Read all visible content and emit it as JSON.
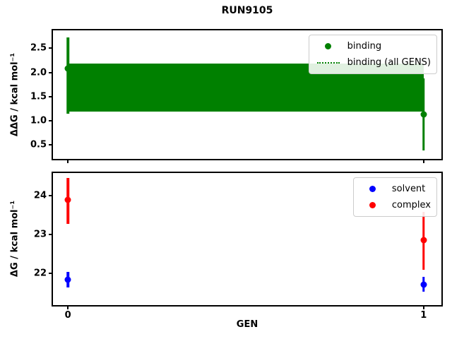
{
  "figure_title": "RUN9105",
  "chart_data": [
    {
      "type": "scatter",
      "title": "RUN9105",
      "xlabel": "",
      "ylabel": "ΔΔG / kcal mol⁻¹",
      "xlim": [
        -0.042,
        1.05
      ],
      "ylim": [
        0.21,
        2.87
      ],
      "grid": false,
      "legend_position": "upper right",
      "yticks": [
        {
          "v": 0.5,
          "label": "0.5"
        },
        {
          "v": 1.0,
          "label": "1.0"
        },
        {
          "v": 1.5,
          "label": "1.5"
        },
        {
          "v": 2.0,
          "label": "2.0"
        },
        {
          "v": 2.5,
          "label": "2.5"
        }
      ],
      "xticks": [
        {
          "v": 0
        },
        {
          "v": 1
        }
      ],
      "band": {
        "label": "binding (all GENS)",
        "color": "#008000",
        "x": [
          0,
          1
        ],
        "ylo": 1.19,
        "yhi": 2.18
      },
      "series": [
        {
          "name": "binding",
          "color": "#008000",
          "marker": "dot",
          "points": [
            {
              "x": 0,
              "y": 2.08,
              "ylo": 1.14,
              "yhi": 2.73
            },
            {
              "x": 1,
              "y": 1.13,
              "ylo": 0.39,
              "yhi": 1.87
            }
          ]
        }
      ],
      "legend": [
        {
          "label": "binding",
          "marker": "dot",
          "color": "#008000"
        },
        {
          "label": "binding (all GENS)",
          "marker": "dotted-line",
          "color": "#008000"
        }
      ]
    },
    {
      "type": "scatter",
      "title": "",
      "xlabel": "GEN",
      "ylabel": "ΔG / kcal mol⁻¹",
      "xlim": [
        -0.042,
        1.05
      ],
      "ylim": [
        21.18,
        24.59
      ],
      "grid": false,
      "legend_position": "upper right",
      "yticks": [
        {
          "v": 22,
          "label": "22"
        },
        {
          "v": 23,
          "label": "23"
        },
        {
          "v": 24,
          "label": "24"
        }
      ],
      "xticks": [
        {
          "v": 0,
          "label": "0"
        },
        {
          "v": 1,
          "label": "1"
        }
      ],
      "series": [
        {
          "name": "solvent",
          "color": "#0000ff",
          "marker": "dot",
          "points": [
            {
              "x": 0,
              "y": 21.84,
              "ylo": 21.64,
              "yhi": 22.04
            },
            {
              "x": 1,
              "y": 21.7,
              "ylo": 21.52,
              "yhi": 21.91
            }
          ]
        },
        {
          "name": "complex",
          "color": "#ff0000",
          "marker": "dot",
          "points": [
            {
              "x": 0,
              "y": 23.9,
              "ylo": 23.28,
              "yhi": 24.46
            },
            {
              "x": 1,
              "y": 22.85,
              "ylo": 22.1,
              "yhi": 23.58
            }
          ]
        }
      ],
      "legend": [
        {
          "label": "solvent",
          "marker": "dot",
          "color": "#0000ff"
        },
        {
          "label": "complex",
          "marker": "dot",
          "color": "#ff0000"
        }
      ]
    }
  ],
  "colors": {
    "binding": "#008000",
    "solvent": "#0000ff",
    "complex": "#ff0000",
    "spine": "#000000",
    "legend_border": "#cccccc",
    "background": "#ffffff"
  }
}
